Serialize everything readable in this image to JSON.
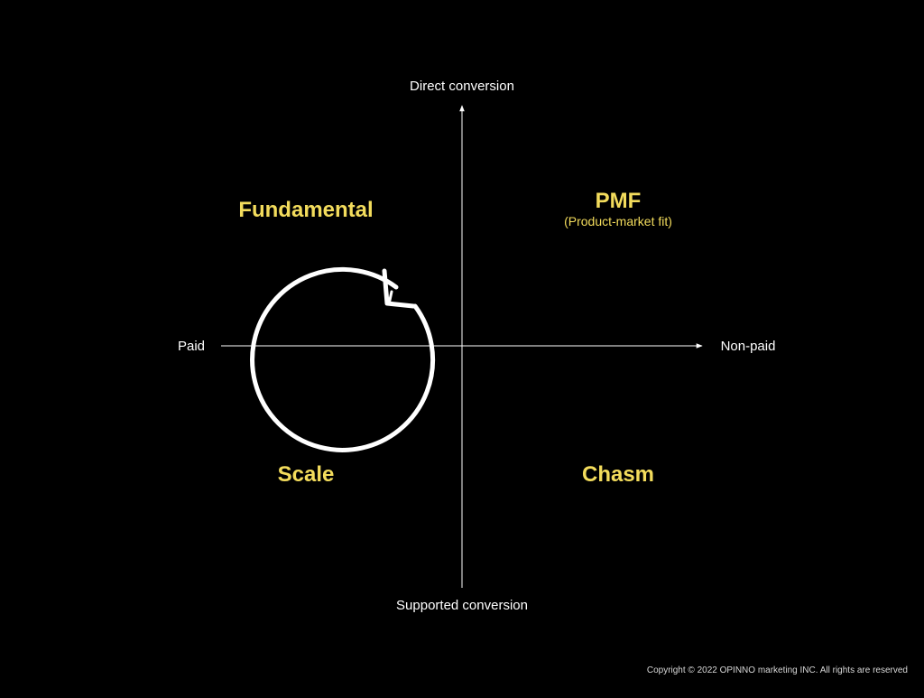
{
  "axes": {
    "top": "Direct conversion",
    "bottom": "Supported conversion",
    "left": "Paid",
    "right": "Non-paid"
  },
  "quadrants": {
    "top_left": {
      "title": "Fundamental"
    },
    "top_right": {
      "title": "PMF",
      "subtitle": "(Product-market fit)"
    },
    "bottom_left": {
      "title": "Scale"
    },
    "bottom_right": {
      "title": "Chasm"
    }
  },
  "cycle": {
    "direction": "counterclockwise",
    "icon": "circular-arrow-icon"
  },
  "footer": {
    "copyright": "Copyright © 2022 OPINNO marketing INC. All rights are reserved"
  },
  "colors": {
    "background": "#000000",
    "text": "#ffffff",
    "accent": "#f3dc5c",
    "axis": "#ffffff"
  }
}
